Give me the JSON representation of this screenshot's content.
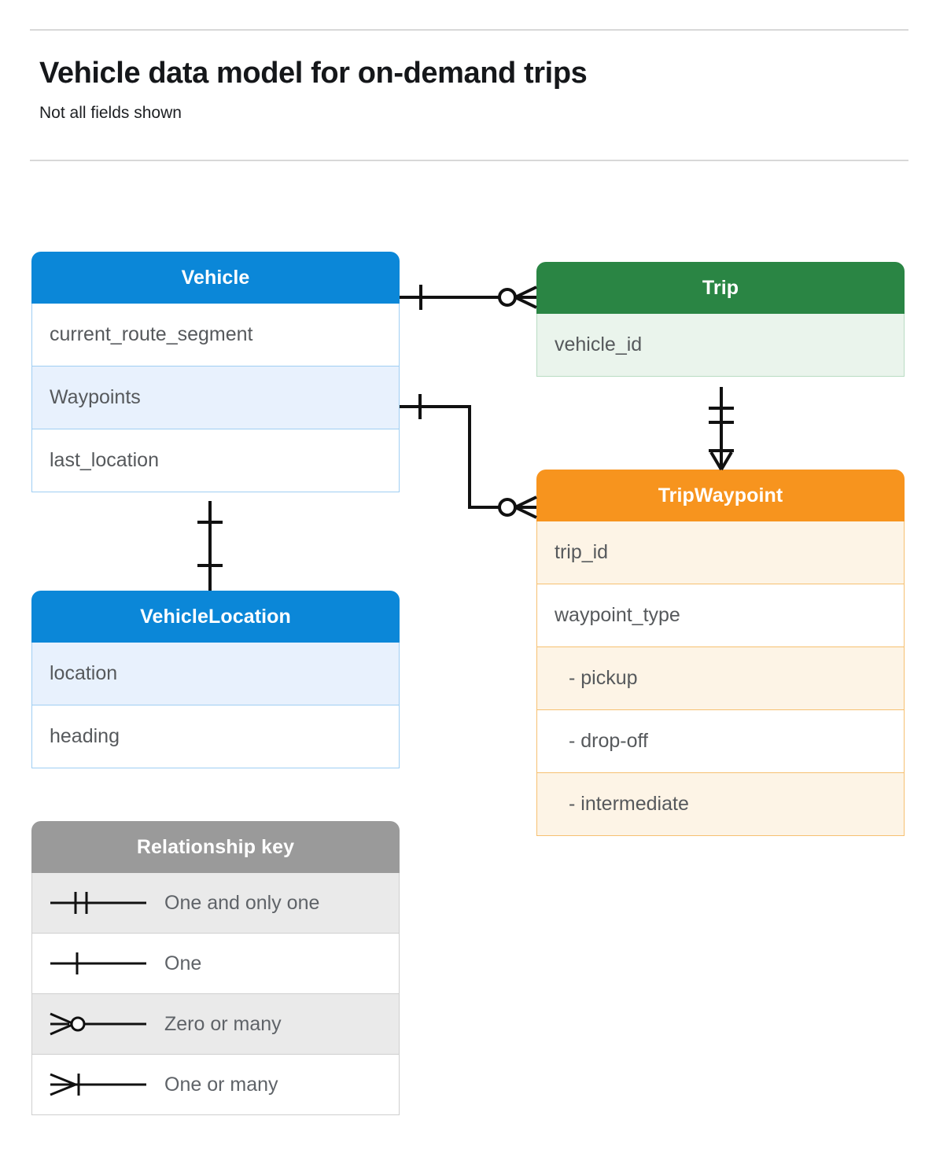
{
  "header": {
    "title": "Vehicle data model for on-demand trips",
    "subtitle": "Not all fields shown"
  },
  "entities": [
    {
      "id": "vehicle",
      "name": "Vehicle",
      "color": "#0b87d8",
      "fields": [
        {
          "label": "current_route_segment"
        },
        {
          "label": "Waypoints"
        },
        {
          "label": "last_location"
        }
      ]
    },
    {
      "id": "trip",
      "name": "Trip",
      "color": "#2a8544",
      "fields": [
        {
          "label": "vehicle_id"
        }
      ]
    },
    {
      "id": "tripwaypoint",
      "name": "TripWaypoint",
      "color": "#f7941e",
      "fields": [
        {
          "label": "trip_id"
        },
        {
          "label": "waypoint_type"
        },
        {
          "label": "-  pickup"
        },
        {
          "label": "-  drop-off"
        },
        {
          "label": "-  intermediate"
        }
      ]
    },
    {
      "id": "vehiclelocation",
      "name": "VehicleLocation",
      "color": "#0b87d8",
      "fields": [
        {
          "label": "location"
        },
        {
          "label": "heading"
        }
      ]
    }
  ],
  "legend": {
    "title": "Relationship key",
    "color": "#9a9a9a",
    "items": [
      {
        "symbol": "one-and-only-one-icon",
        "label": "One and only one"
      },
      {
        "symbol": "one-icon",
        "label": "One"
      },
      {
        "symbol": "zero-or-many-icon",
        "label": "Zero or many"
      },
      {
        "symbol": "one-or-many-icon",
        "label": "One or many"
      }
    ]
  },
  "relationships": [
    {
      "from": "Vehicle",
      "to": "Trip",
      "from_cardinality": "One",
      "to_cardinality": "Zero or many"
    },
    {
      "from": "Waypoints",
      "to": "TripWaypoint",
      "from_cardinality": "One",
      "to_cardinality": "Zero or many"
    },
    {
      "from": "Trip",
      "to": "TripWaypoint",
      "from_cardinality": "One and only one",
      "to_cardinality": "One or many"
    },
    {
      "from": "Vehicle",
      "to": "VehicleLocation",
      "from_cardinality": "One",
      "to_cardinality": "One"
    }
  ]
}
